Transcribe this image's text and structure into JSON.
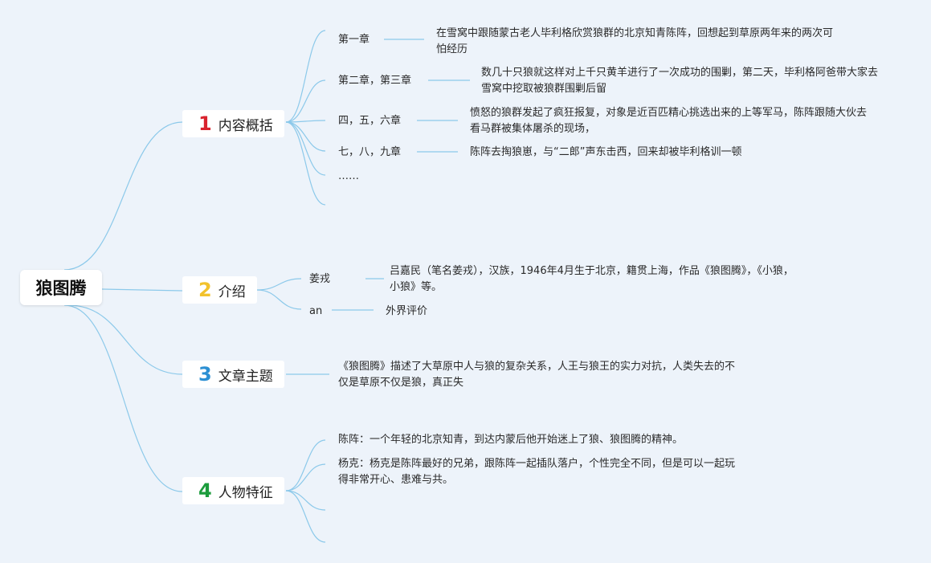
{
  "root": {
    "title": "狼图腾"
  },
  "branches": [
    {
      "number": "1",
      "color": "#d9232e",
      "label": "内容概括",
      "items": [
        {
          "key": "第一章",
          "text": "在雪窝中跟随蒙古老人毕利格欣赏狼群的北京知青陈阵，回想起到草原两年来的两次可怕经历"
        },
        {
          "key": "第二章，第三章",
          "text": "数几十只狼就这样对上千只黄羊进行了一次成功的围剿，第二天，毕利格阿爸带大家去雪窝中挖取被狼群围剿后留"
        },
        {
          "key": "四，五，六章",
          "text": "愤怒的狼群发起了疯狂报复，对象是近百匹精心挑选出来的上等军马，陈阵跟随大伙去看马群被集体屠杀的现场，"
        },
        {
          "key": "七，八，九章",
          "text": "陈阵去掏狼崽，与“二郎”声东击西，回来却被毕利格训一顿"
        },
        {
          "key": "……",
          "text": ""
        }
      ]
    },
    {
      "number": "2",
      "color": "#f2c22c",
      "label": "介绍",
      "items": [
        {
          "key": "姜戎",
          "text": "吕嘉民（笔名姜戎），汉族，1946年4月生于北京，籍贯上海，作品《狼图腾》，《小狼，小狼》等。"
        },
        {
          "key": "an",
          "text": "外界评价"
        }
      ]
    },
    {
      "number": "3",
      "color": "#2b8fd3",
      "label": "文章主题",
      "text": "《狼图腾》描述了大草原中人与狼的复杂关系，人王与狼王的实力对抗，人类失去的不仅是草原不仅是狼，真正失"
    },
    {
      "number": "4",
      "color": "#1c9c3c",
      "label": "人物特征",
      "items": [
        {
          "text": "陈阵：一个年轻的北京知青，到达内蒙后他开始迷上了狼、狼图腾的精神。"
        },
        {
          "text": "杨克：杨克是陈阵最好的兄弟，跟陈阵一起插队落户，个性完全不同，但是可以一起玩得非常开心、患难与共。"
        }
      ]
    }
  ],
  "colors": {
    "background": "#edf3fa",
    "connector": "#8cc9ea"
  }
}
